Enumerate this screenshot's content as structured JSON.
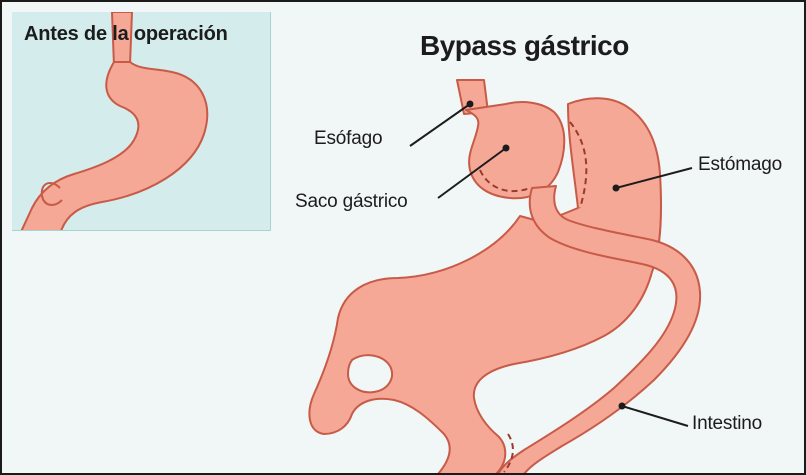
{
  "inset": {
    "title": "Antes de la operación"
  },
  "diagram": {
    "title": "Bypass gástrico",
    "labels": {
      "esofago": "Esófago",
      "saco": "Saco gástrico",
      "estomago": "Estómago",
      "intestino": "Intestino"
    }
  },
  "colors": {
    "tissue": "#f5a896",
    "tissue_outline": "#c85a48",
    "inset_background": "#d4eceb",
    "background": "#f1f6f6"
  }
}
